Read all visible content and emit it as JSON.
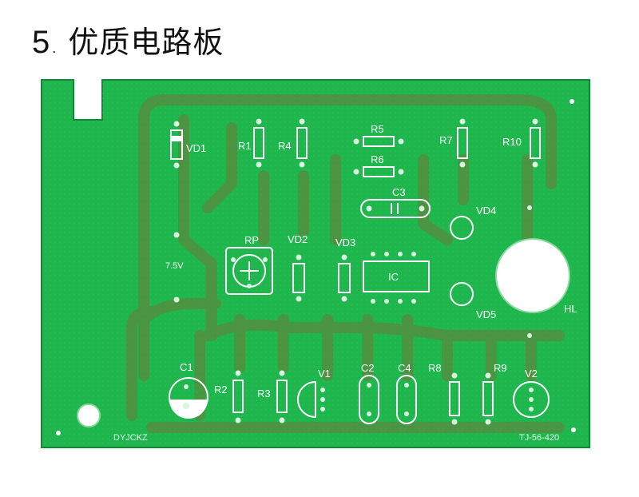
{
  "heading": {
    "number": "5",
    "separator": ".",
    "title": "优质电路板"
  },
  "board": {
    "silkscreen_labels": {
      "vd1": "VD1",
      "r1": "R1",
      "r4": "R4",
      "r5": "R5",
      "r6": "R6",
      "r7": "R7",
      "r10": "R10",
      "c3": "C3",
      "vd4": "VD4",
      "rp": "RP",
      "vd2": "VD2",
      "vd3": "VD3",
      "ic": "IC",
      "voltage": "7.5V",
      "vd5": "VD5",
      "hl": "HL",
      "c1": "C1",
      "r2": "R2",
      "r3": "R3",
      "v1": "V1",
      "c2": "C2",
      "c4": "C4",
      "r8": "R8",
      "r9": "R9",
      "v2": "V2",
      "maker": "DYJCKZ",
      "model": "TJ-56-420"
    },
    "colors": {
      "pcb": "#1fb64e",
      "trace": "#7a6a3a",
      "silk": "#ffffff"
    }
  }
}
